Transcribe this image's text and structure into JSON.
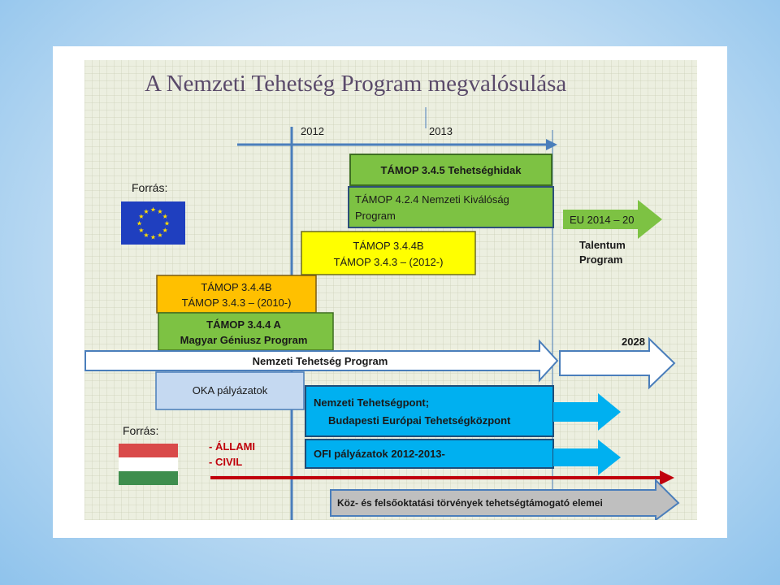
{
  "title": "A Nemzeti Tehetség Program megvalósulása",
  "years": {
    "y2012": "2012",
    "y2013": "2013"
  },
  "source_eu": "Forrás:",
  "source_hu": "Forrás:",
  "boxes": {
    "tehetseghidak": "TÁMOP 3.4.5 Tehetséghidak",
    "kivalosag_1": "TÁMOP 4.2.4 Nemzeti Kiválóság",
    "kivalosag_2": "Program",
    "tamop2012_1": "TÁMOP 3.4.4B",
    "tamop2012_2": "TÁMOP 3.4.3  –  (2012-)",
    "tamop2010_1": "TÁMOP 3.4.4B",
    "tamop2010_2": "TÁMOP 3.4.3  –  (2010-)",
    "genius_1": "TÁMOP 3.4.4 A",
    "genius_2": "Magyar Géniusz Program",
    "oka": "OKA pályázatok",
    "tehetsegpont_1": "Nemzeti Tehetségpont;",
    "tehetsegpont_2": "Budapesti Európai Tehetségközpont",
    "ofi": "OFI pályázatok 2012-2013-"
  },
  "arrows": {
    "ntp": "Nemzeti Tehetség Program",
    "y2028": "2028",
    "eu": "EU 2014 – 20",
    "talentum_1": "Talentum",
    "talentum_2": "Program",
    "law": "Köz- és felsőoktatási törvények tehetségtámogató elemei"
  },
  "legend": {
    "allami": "- ÁLLAMI",
    "civil": "- CIVIL"
  },
  "colors": {
    "green": "#7dc243",
    "yellow": "#ffff00",
    "orange": "#ffc000",
    "cyan": "#00b0f0",
    "lightblue": "#c5d9f1",
    "red": "#c0000c",
    "title": "#5a4a6a"
  }
}
